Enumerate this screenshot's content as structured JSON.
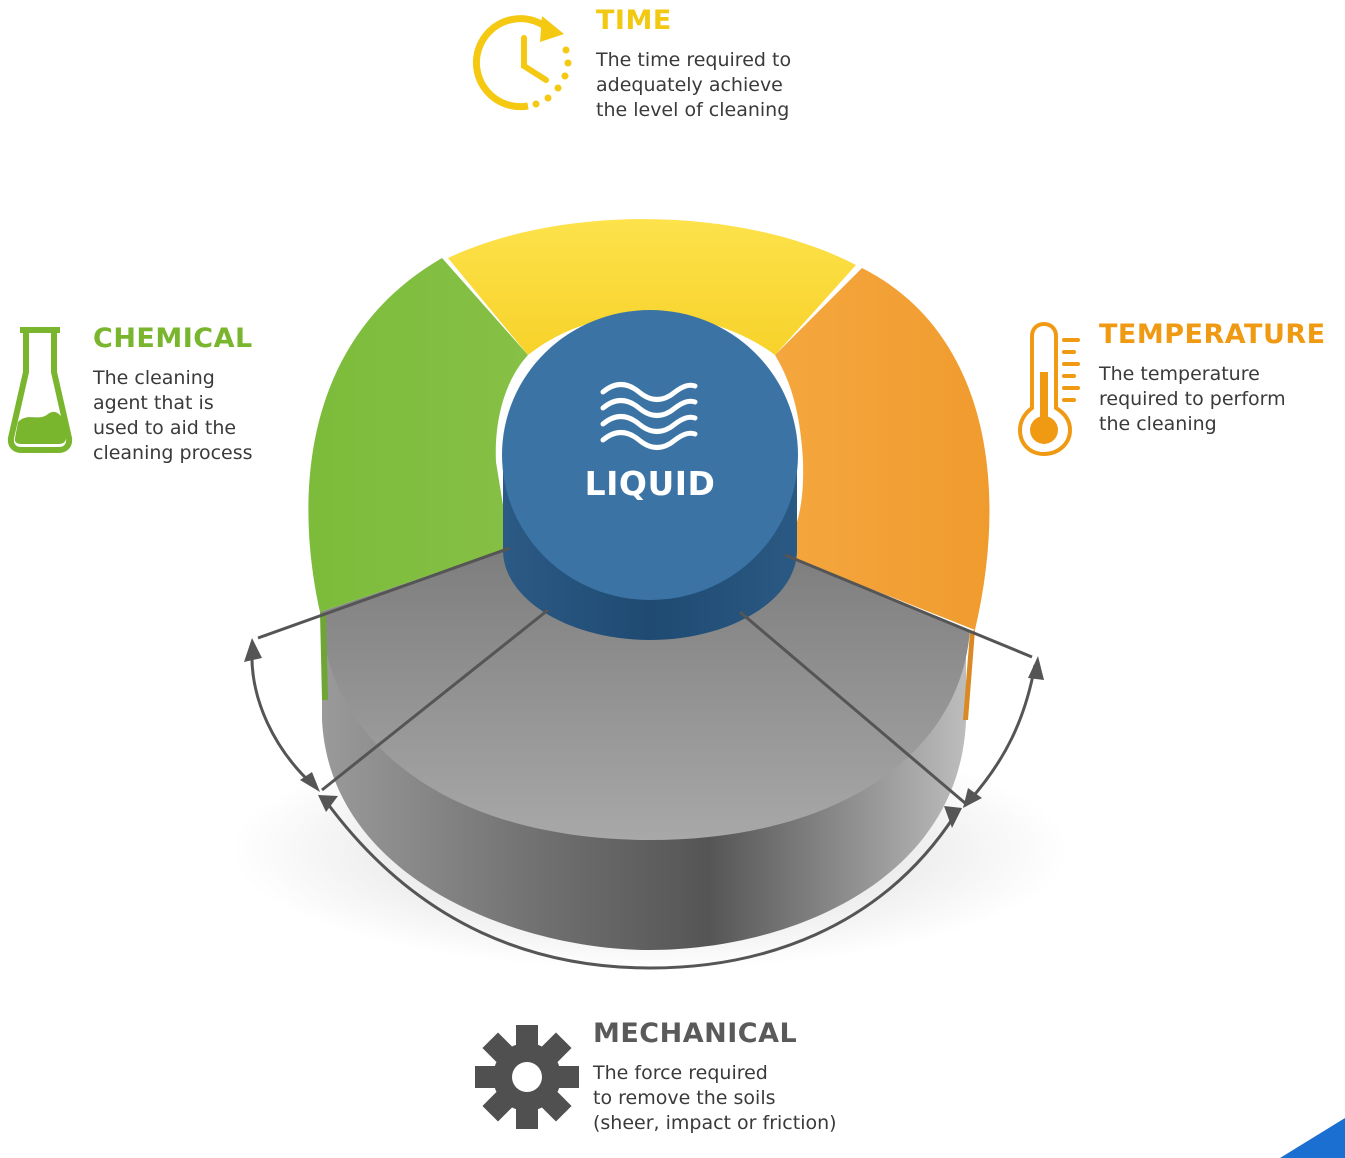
{
  "center": {
    "label": "LIQUID"
  },
  "factors": {
    "time": {
      "title": "TIME",
      "desc": [
        "The time required to",
        "adequately achieve",
        "the level of cleaning"
      ],
      "color": "#f2c811",
      "icon": "clock-arrow-icon"
    },
    "chemical": {
      "title": "CHEMICAL",
      "desc": [
        "The cleaning",
        "agent that is",
        "used to aid the",
        "cleaning process"
      ],
      "color": "#7ab52e",
      "icon": "flask-icon"
    },
    "temperature": {
      "title": "TEMPERATURE",
      "desc": [
        "The temperature",
        "required to perform",
        "the cleaning"
      ],
      "color": "#f09a13",
      "icon": "thermometer-icon"
    },
    "mechanical": {
      "title": "MECHANICAL",
      "desc": [
        "The force required",
        "to remove the soils",
        "(sheer, impact or friction)"
      ],
      "color": "#5a5a5a",
      "icon": "gear-icon"
    }
  },
  "colors": {
    "liquid": "#3b74a4",
    "time": "#fbd93a",
    "chemical": "#7dbb3b",
    "temperature": "#f4a23a",
    "mechanical": "#8f8f8f",
    "corner_accent": "#1a6fd0"
  }
}
